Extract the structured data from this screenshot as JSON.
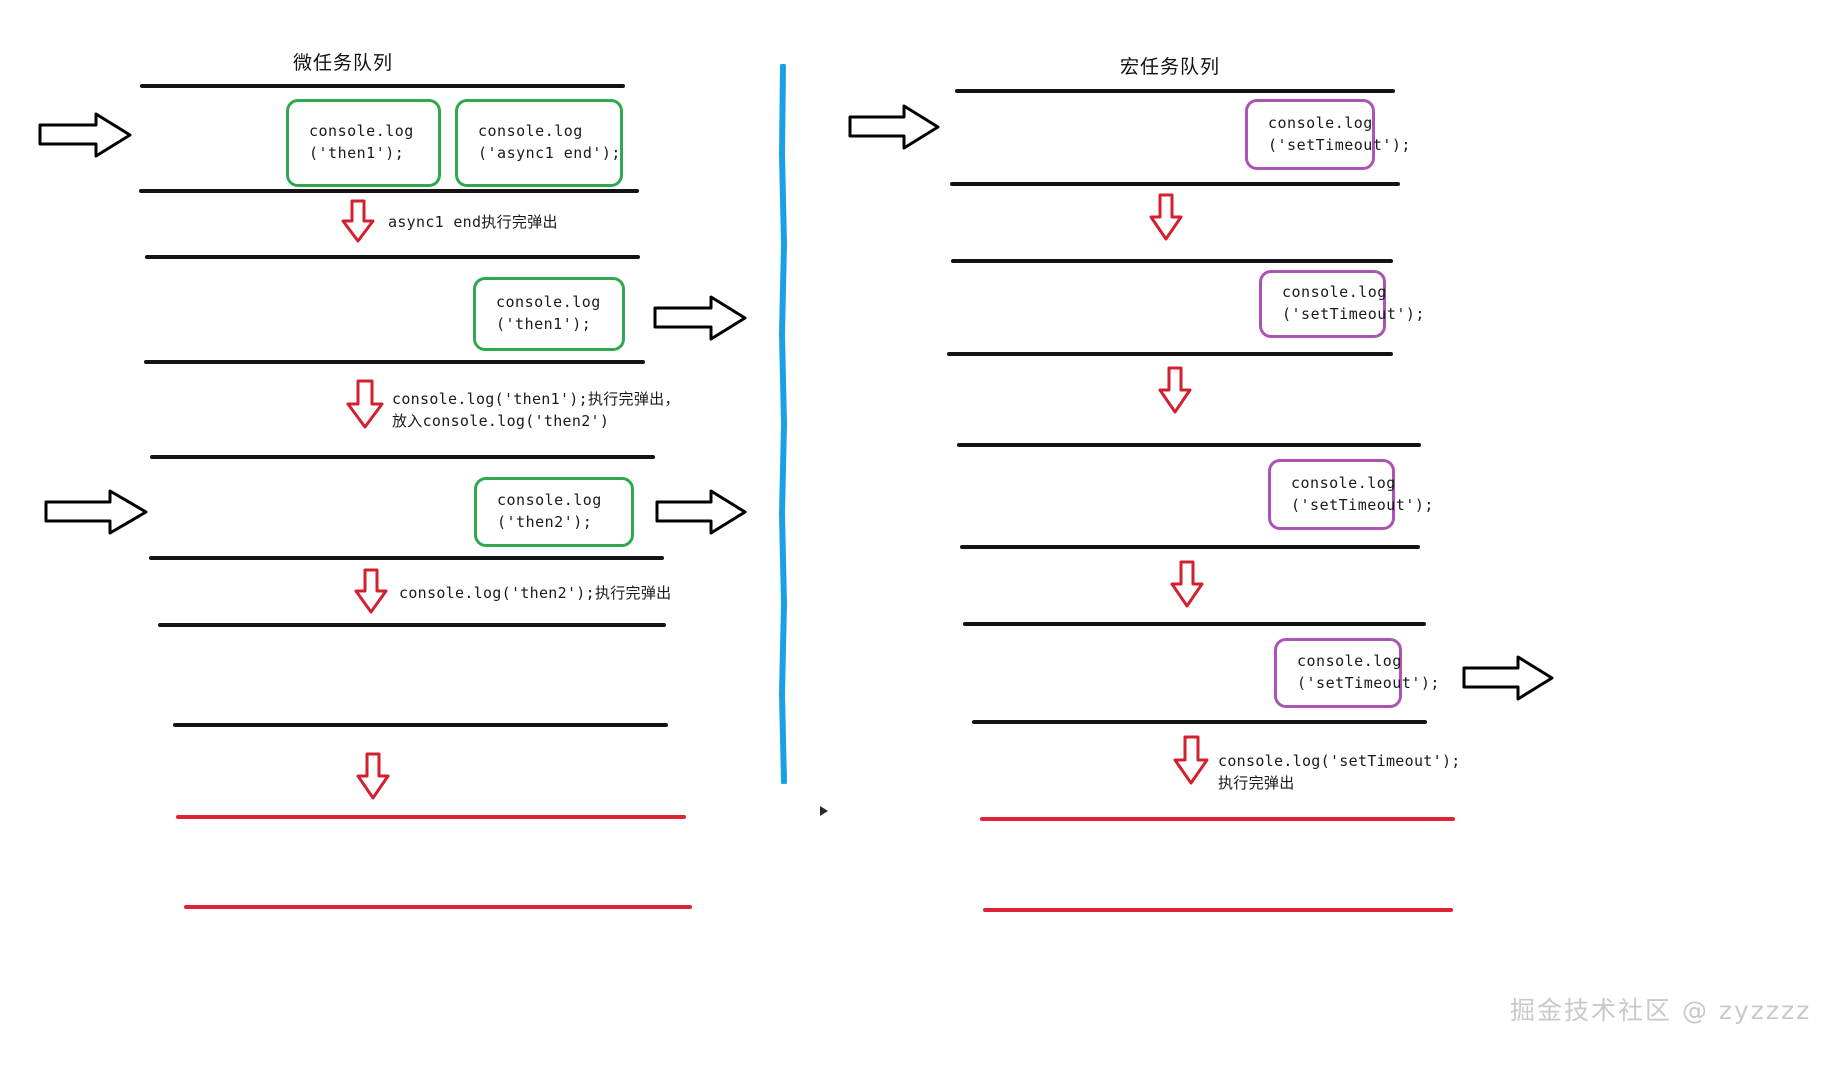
{
  "diagram": {
    "title_left": "微任务队列",
    "title_right": "宏任务队列",
    "watermark": "掘金技术社区 @ zyzzzz",
    "colors": {
      "microtask_box_border": "#2fa84f",
      "macrotask_box_border": "#ab54b5",
      "rail": "#131313",
      "rail_final": "#e02235",
      "arrow_down": "#d3202f",
      "arrow_flow": "#000000",
      "divider": "#1ba0e8",
      "watermark": "#c9c9c9"
    }
  },
  "microtask_queue": {
    "title": "微任务队列",
    "stages": [
      {
        "boxes": [
          {
            "line1": "console.log",
            "line2": "('then1');"
          },
          {
            "line1": "console.log",
            "line2": "('async1 end');"
          }
        ],
        "note_lines": [
          "async1 end执行完弹出"
        ],
        "has_inflow_arrow": true,
        "has_outflow_arrow": false
      },
      {
        "boxes": [
          {
            "line1": "console.log",
            "line2": "('then1');"
          }
        ],
        "note_lines": [
          "console.log('then1');执行完弹出，",
          "放入console.log('then2')"
        ],
        "has_inflow_arrow": false,
        "has_outflow_arrow": true
      },
      {
        "boxes": [
          {
            "line1": "console.log",
            "line2": "('then2');"
          }
        ],
        "note_lines": [
          "console.log('then2');执行完弹出"
        ],
        "has_inflow_arrow": true,
        "has_outflow_arrow": true
      },
      {
        "boxes": [],
        "note_lines": [],
        "has_inflow_arrow": false,
        "has_outflow_arrow": false
      }
    ]
  },
  "macrotask_queue": {
    "title": "宏任务队列",
    "stages": [
      {
        "boxes": [
          {
            "line1": "console.log",
            "line2": "('setTimeout');"
          }
        ],
        "note_lines": [],
        "has_inflow_arrow": true,
        "has_outflow_arrow": false
      },
      {
        "boxes": [
          {
            "line1": "console.log",
            "line2": "('setTimeout');"
          }
        ],
        "note_lines": [],
        "has_inflow_arrow": false,
        "has_outflow_arrow": false
      },
      {
        "boxes": [
          {
            "line1": "console.log",
            "line2": "('setTimeout');"
          }
        ],
        "note_lines": [],
        "has_inflow_arrow": false,
        "has_outflow_arrow": false
      },
      {
        "boxes": [
          {
            "line1": "console.log",
            "line2": "('setTimeout');"
          }
        ],
        "note_lines": [
          "console.log('setTimeout');",
          "执行完弹出"
        ],
        "has_inflow_arrow": false,
        "has_outflow_arrow": true
      }
    ]
  }
}
